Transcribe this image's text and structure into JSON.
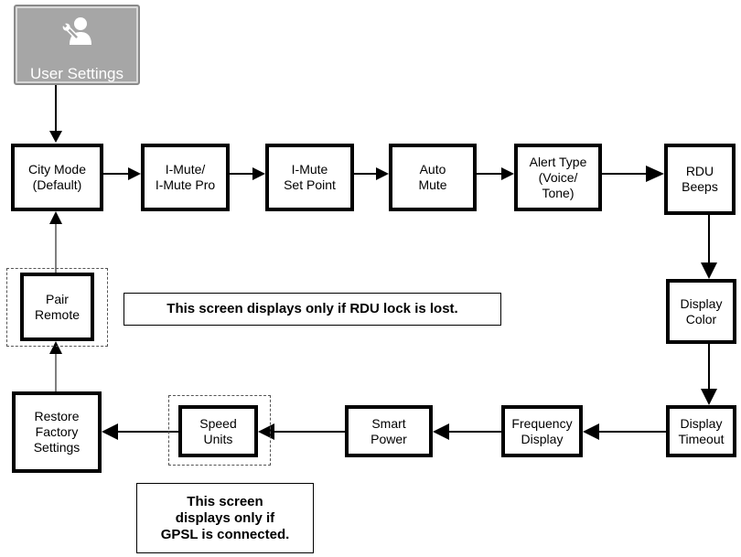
{
  "header": {
    "label": "User Settings",
    "icon": "user-wrench-icon"
  },
  "nodes": {
    "city_mode": "City Mode\n(Default)",
    "i_mute": "I-Mute/\nI-Mute Pro",
    "i_mute_set_point": "I-Mute\nSet Point",
    "auto_mute": "Auto\nMute",
    "alert_type": "Alert Type\n(Voice/\nTone)",
    "rdu_beeps": "RDU\nBeeps",
    "display_color": "Display\nColor",
    "display_timeout": "Display\nTimeout",
    "frequency_display": "Frequency\nDisplay",
    "smart_power": "Smart\nPower",
    "speed_units": "Speed\nUnits",
    "restore_factory_settings": "Restore\nFactory\nSettings",
    "pair_remote": "Pair\nRemote"
  },
  "notes": {
    "rdu_lock": "This screen displays only if RDU lock is lost.",
    "gpsl": "This screen\ndisplays only if\nGPSL is connected."
  },
  "colors": {
    "tile_fill": "#a6a6a6",
    "tile_text": "#ffffff",
    "line": "#000000"
  }
}
